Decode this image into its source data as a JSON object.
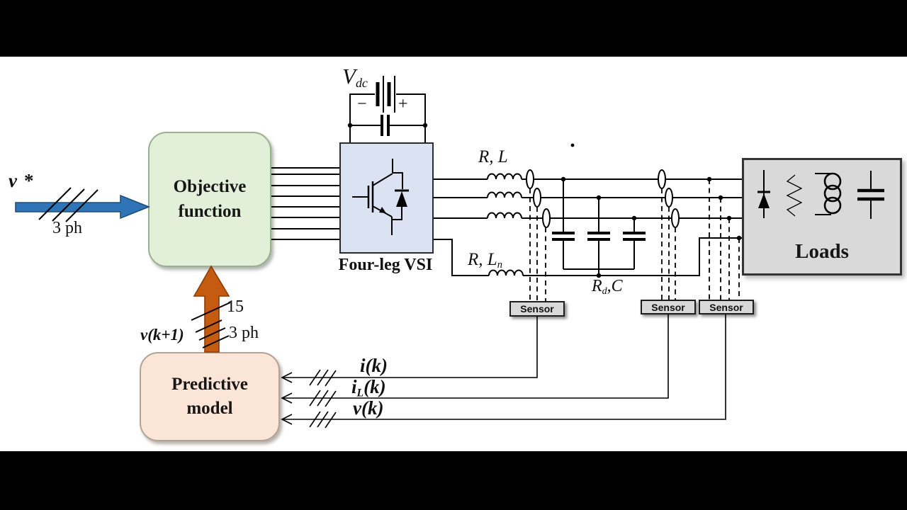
{
  "colors": {
    "background": "#ffffff",
    "letterbox": "#000000",
    "objective_fill": "#e2f0d9",
    "predictive_fill": "#fbe5d6",
    "vsi_fill": "#dbe3f3",
    "loads_fill": "#d9d9d9",
    "sensor_fill": "#d9d9d9",
    "blue_arrow": "#2e74b6",
    "orange_arrow": "#c55a11"
  },
  "input": {
    "symbol": "v",
    "star": "*",
    "bus_label": "3 ph"
  },
  "blocks": {
    "objective": {
      "line1": "Objective",
      "line2": "function"
    },
    "predictive": {
      "line1": "Predictive",
      "line2": "model"
    },
    "vsi": {
      "caption": "Four-leg VSI"
    },
    "loads": {
      "label": "Loads"
    }
  },
  "dc_source": {
    "symbol": "V",
    "subscript": "dc",
    "negative": "−",
    "positive": "+"
  },
  "filter": {
    "line_inductor": "R, L",
    "neutral_inductor_main": "R, L",
    "neutral_inductor_sub": "n",
    "damping_r": "R",
    "damping_r_sub": "d",
    "damping_c": ",C"
  },
  "sensors": [
    {
      "label": "Sensor"
    },
    {
      "label": "Sensor"
    },
    {
      "label": "Sensor"
    }
  ],
  "prediction_bus": {
    "count": "15",
    "phases": "3 ph",
    "signal": "v(k+1)"
  },
  "feedback": {
    "inverter_current_base": "i",
    "inverter_current_paren": "(k)",
    "load_current_base": "i",
    "load_current_sub": "L",
    "load_current_paren": "(k)",
    "voltage_base": "v",
    "voltage_paren": "(k)"
  }
}
